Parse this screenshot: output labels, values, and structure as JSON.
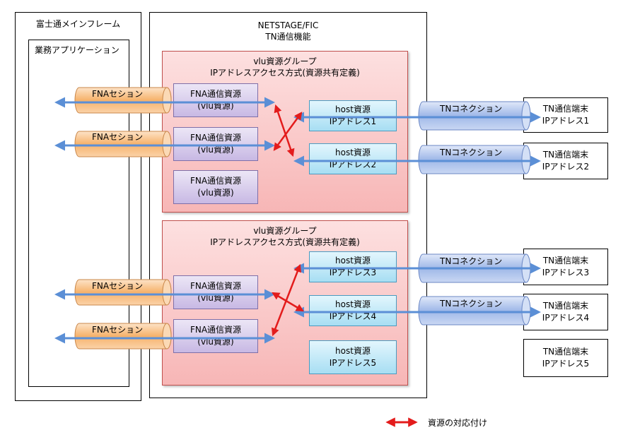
{
  "mainframe": {
    "title": "富士通メインフレーム",
    "app_title": "業務アプリケーション"
  },
  "netstage": {
    "title_line1": "NETSTAGE/FIC",
    "title_line2": "TN通信機能"
  },
  "groups": [
    {
      "title_line1": "vlu資源グループ",
      "title_line2": "IPアドレスアクセス方式(資源共有定義)",
      "fna_resources": [
        {
          "line1": "FNA通信資源",
          "line2": "(vlu資源)"
        },
        {
          "line1": "FNA通信資源",
          "line2": "(vlu資源)"
        },
        {
          "line1": "FNA通信資源",
          "line2": "(vlu資源)"
        }
      ],
      "host_resources": [
        {
          "line1": "host資源",
          "line2": "IPアドレス1"
        },
        {
          "line1": "host資源",
          "line2": "IPアドレス2"
        }
      ]
    },
    {
      "title_line1": "vlu資源グループ",
      "title_line2": "IPアドレスアクセス方式(資源共有定義)",
      "fna_resources": [
        {
          "line1": "FNA通信資源",
          "line2": "(vlu資源)"
        },
        {
          "line1": "FNA通信資源",
          "line2": "(vlu資源)"
        }
      ],
      "host_resources": [
        {
          "line1": "host資源",
          "line2": "IPアドレス3"
        },
        {
          "line1": "host資源",
          "line2": "IPアドレス4"
        },
        {
          "line1": "host資源",
          "line2": "IPアドレス5"
        }
      ]
    }
  ],
  "fna_sessions": [
    "FNAセション",
    "FNAセション",
    "FNAセション",
    "FNAセション"
  ],
  "tn_connections": [
    "TNコネクション",
    "TNコネクション",
    "TNコネクション",
    "TNコネクション"
  ],
  "terminals": [
    {
      "line1": "TN通信端末",
      "line2": "IPアドレス1"
    },
    {
      "line1": "TN通信端末",
      "line2": "IPアドレス2"
    },
    {
      "line1": "TN通信端末",
      "line2": "IPアドレス3"
    },
    {
      "line1": "TN通信端末",
      "line2": "IPアドレス4"
    },
    {
      "line1": "TN通信端末",
      "line2": "IPアドレス5"
    }
  ],
  "legend": {
    "label": "資源の対応付け"
  },
  "colors": {
    "group_fill": "#f7b6b6",
    "fna_fill": "#c8b9e4",
    "host_fill": "#a7def3",
    "session_pipe": "#f6b26b",
    "tn_pipe": "#9fb8e8",
    "arrow_blue": "#5b8fd6",
    "mapping_red": "#e31c1c"
  }
}
